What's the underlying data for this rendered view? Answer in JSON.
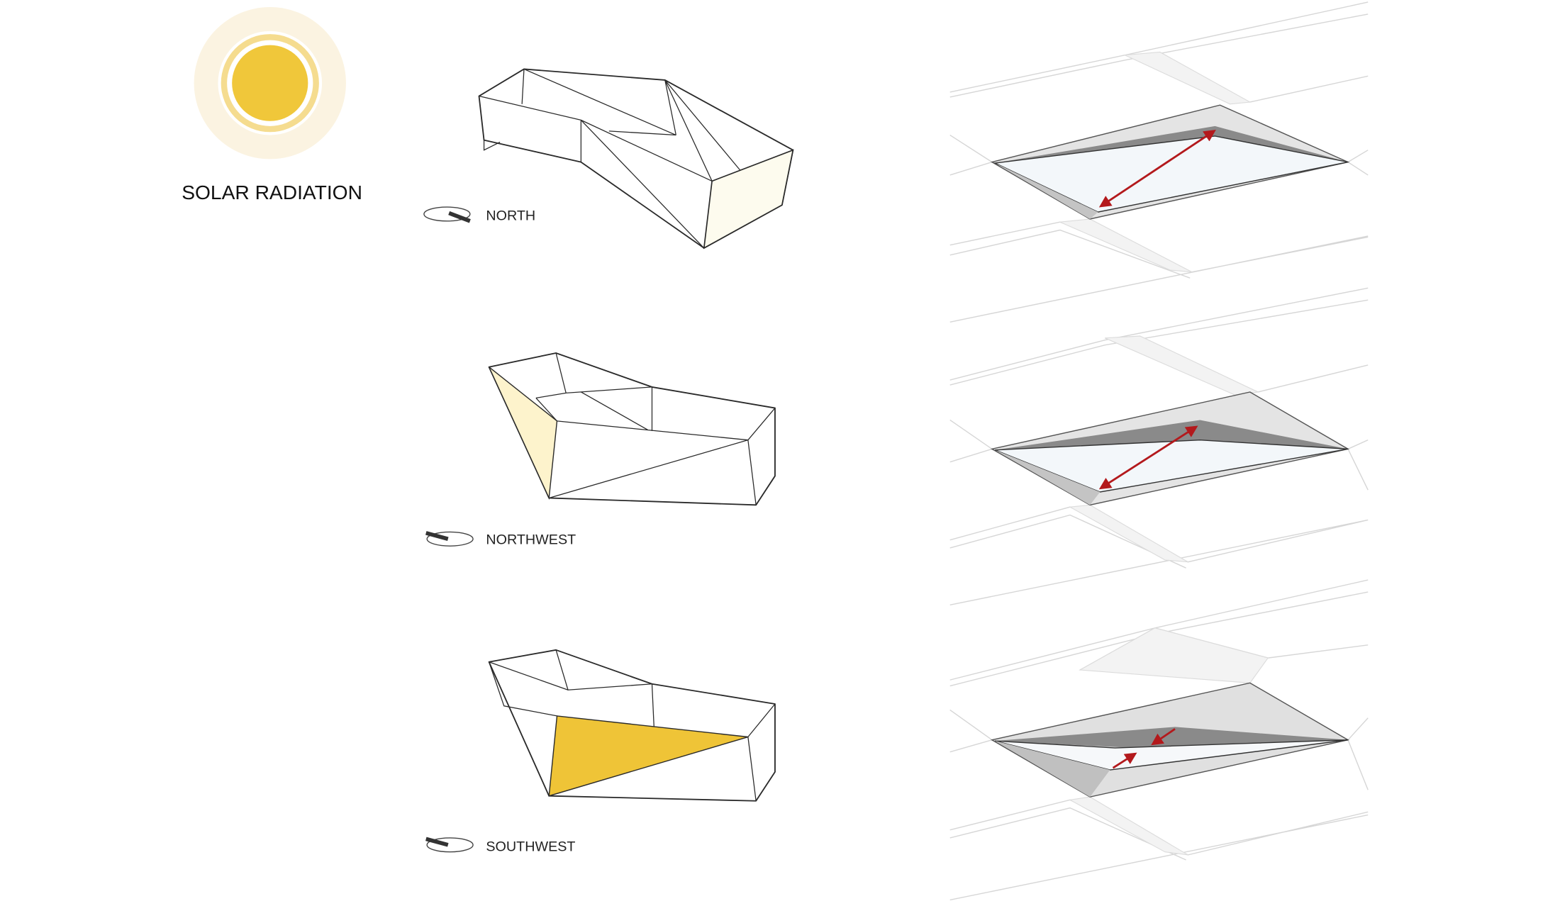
{
  "title": "SOLAR RADIATION",
  "colors": {
    "sun_core": "#f0c73a",
    "sun_ring": "#f5dc8f",
    "sun_glow": "#fbf3e1",
    "nw_face": "#fdf3cc",
    "sw_face": "#efc437",
    "n_face": "#fdfbee",
    "arrow": "#b3191c"
  },
  "orientations": [
    {
      "label": "NORTH"
    },
    {
      "label": "NORTHWEST"
    },
    {
      "label": "SOUTHWEST"
    }
  ]
}
